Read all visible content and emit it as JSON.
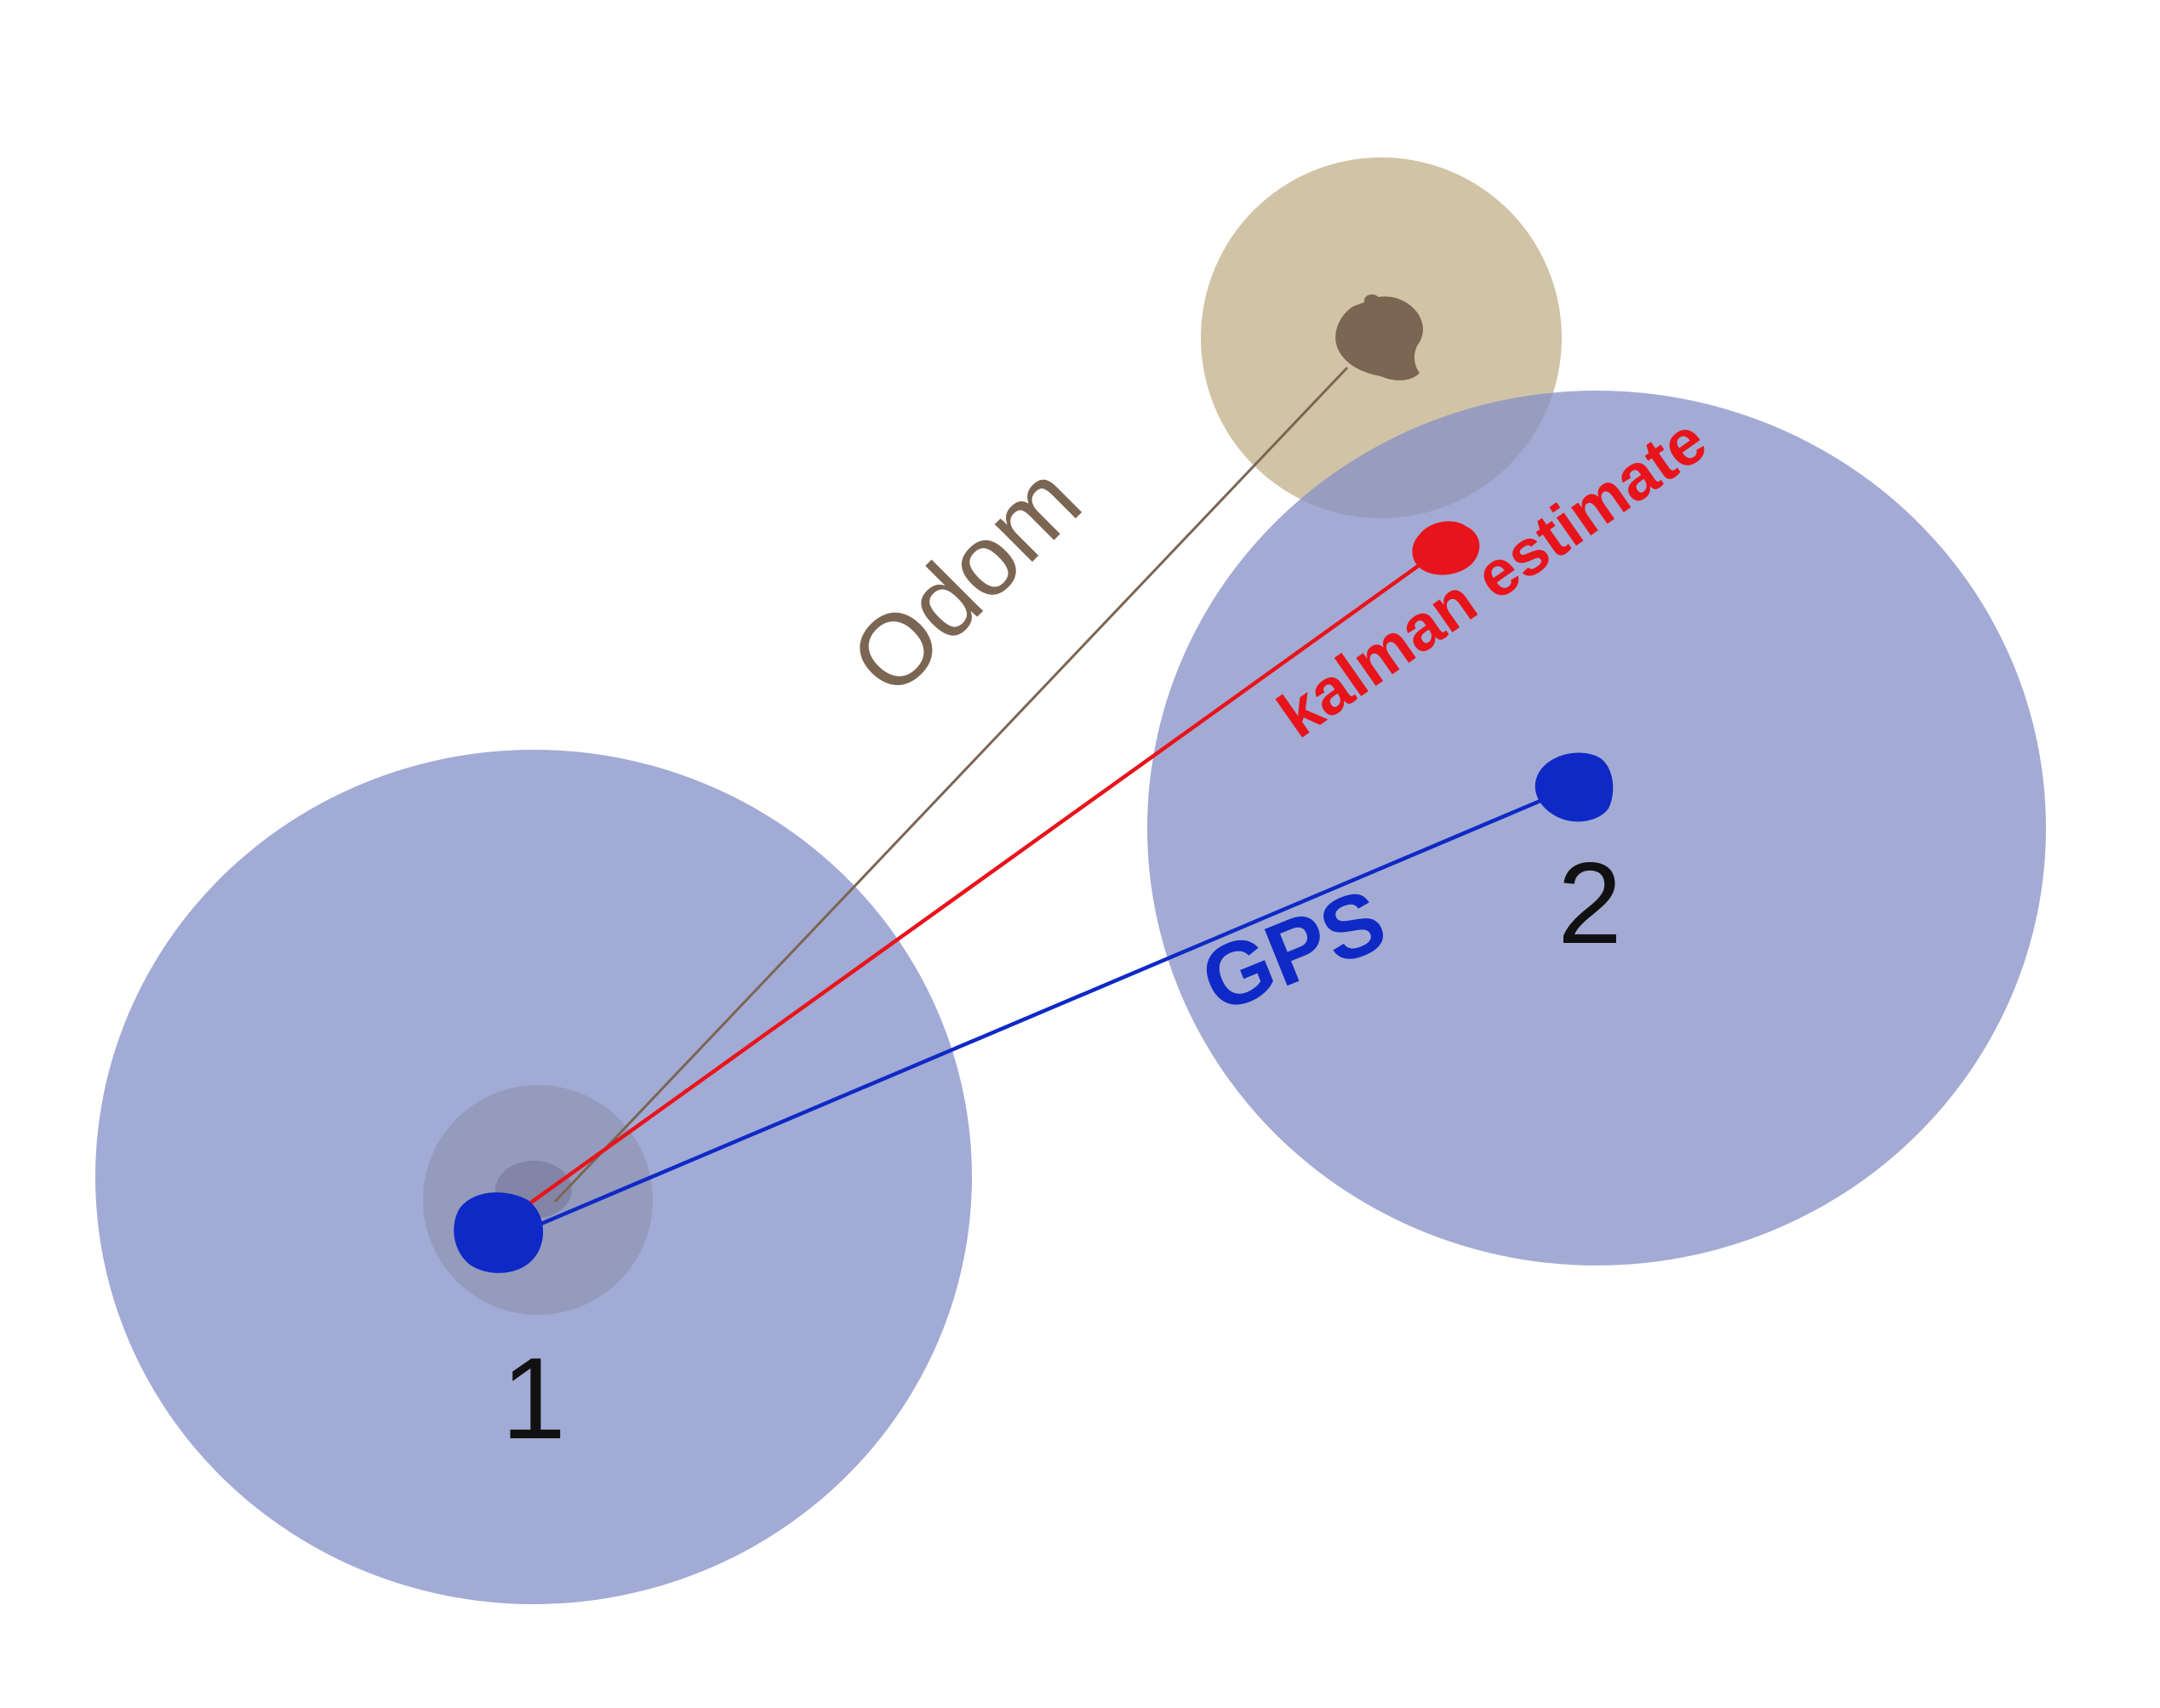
{
  "colors": {
    "uncertainty_blue": "#a2abd5",
    "uncertainty_blue_dark": "#8f96b4",
    "odom_region": "#d1c3a6",
    "odom": "#7b6654",
    "kalman": "#e8141b",
    "gps": "#0f29c6",
    "background": "#ffffff"
  },
  "labels": {
    "position_1": "1",
    "position_2": "2",
    "odom": "Odom",
    "gps": "GPS",
    "kalman": "kalman estimate"
  }
}
